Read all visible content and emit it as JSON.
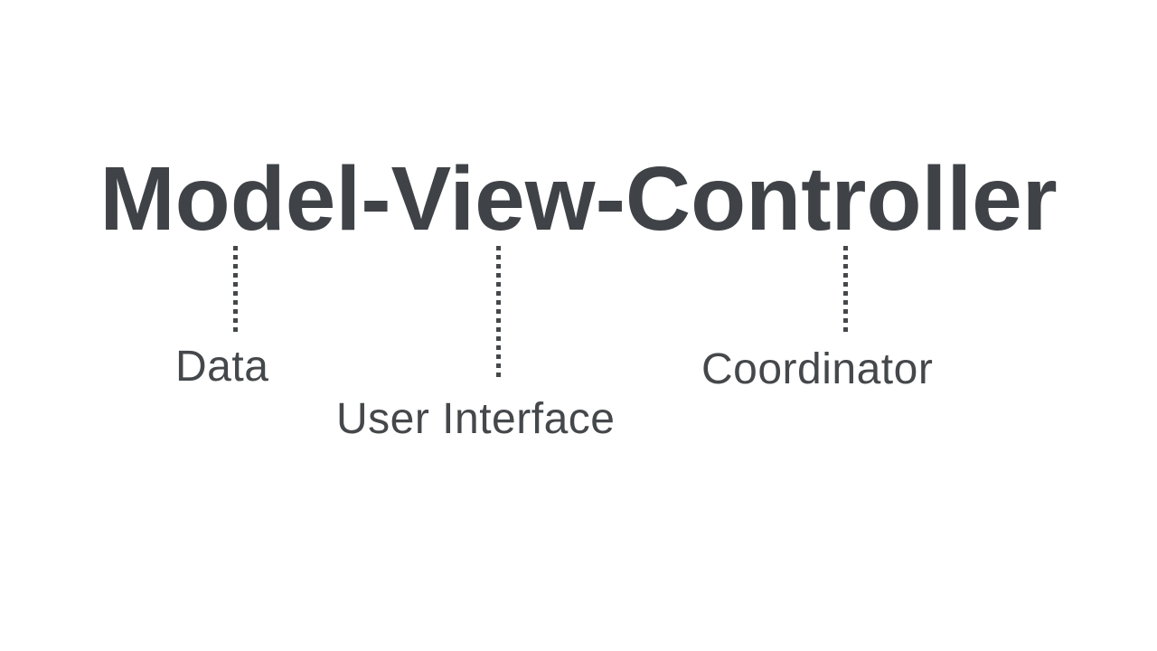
{
  "slide": {
    "title": "Model-View-Controller",
    "colors": {
      "background": "#ffffff",
      "title_text": "#3f4347",
      "label_text": "#45484b",
      "connector": "#45484b"
    },
    "annotations": [
      {
        "term": "Model",
        "label": "Data"
      },
      {
        "term": "View",
        "label": "User Interface"
      },
      {
        "term": "Controller",
        "label": "Coordinator"
      }
    ]
  }
}
